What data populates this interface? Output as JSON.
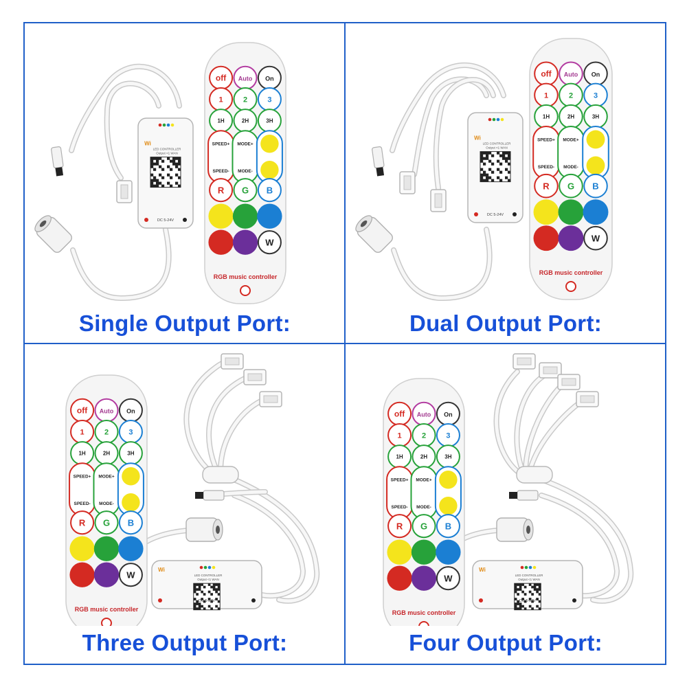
{
  "panels": [
    {
      "caption": "Single Output Port:",
      "outputs": 1
    },
    {
      "caption": "Dual Output Port:",
      "outputs": 2
    },
    {
      "caption": "Three Output Port:",
      "outputs": 3
    },
    {
      "caption": "Four Output Port:",
      "outputs": 4
    }
  ],
  "remote": {
    "row1": [
      "off",
      "Auto",
      "On"
    ],
    "row3": [
      "1H",
      "2H",
      "3H"
    ],
    "speed_up": "SPEED+",
    "speed_down": "SPEED-",
    "mode_up": "MODE+",
    "mode_down": "MODE-",
    "rgb": [
      "R",
      "G",
      "B"
    ],
    "white": "W",
    "label": "RGB music controller"
  },
  "controller": {
    "wifi": "Wi",
    "text1": "LED CONTROLLER",
    "text2": "Output <1 WAN",
    "voltage": "DC 5-24V"
  },
  "colors": {
    "border": "#1f5fc8",
    "caption": "#1750d8",
    "yellow": "#f4e41c",
    "green": "#27a23a",
    "blue": "#1b7fd3",
    "red": "#d42a22",
    "purple": "#6b2f9a"
  }
}
